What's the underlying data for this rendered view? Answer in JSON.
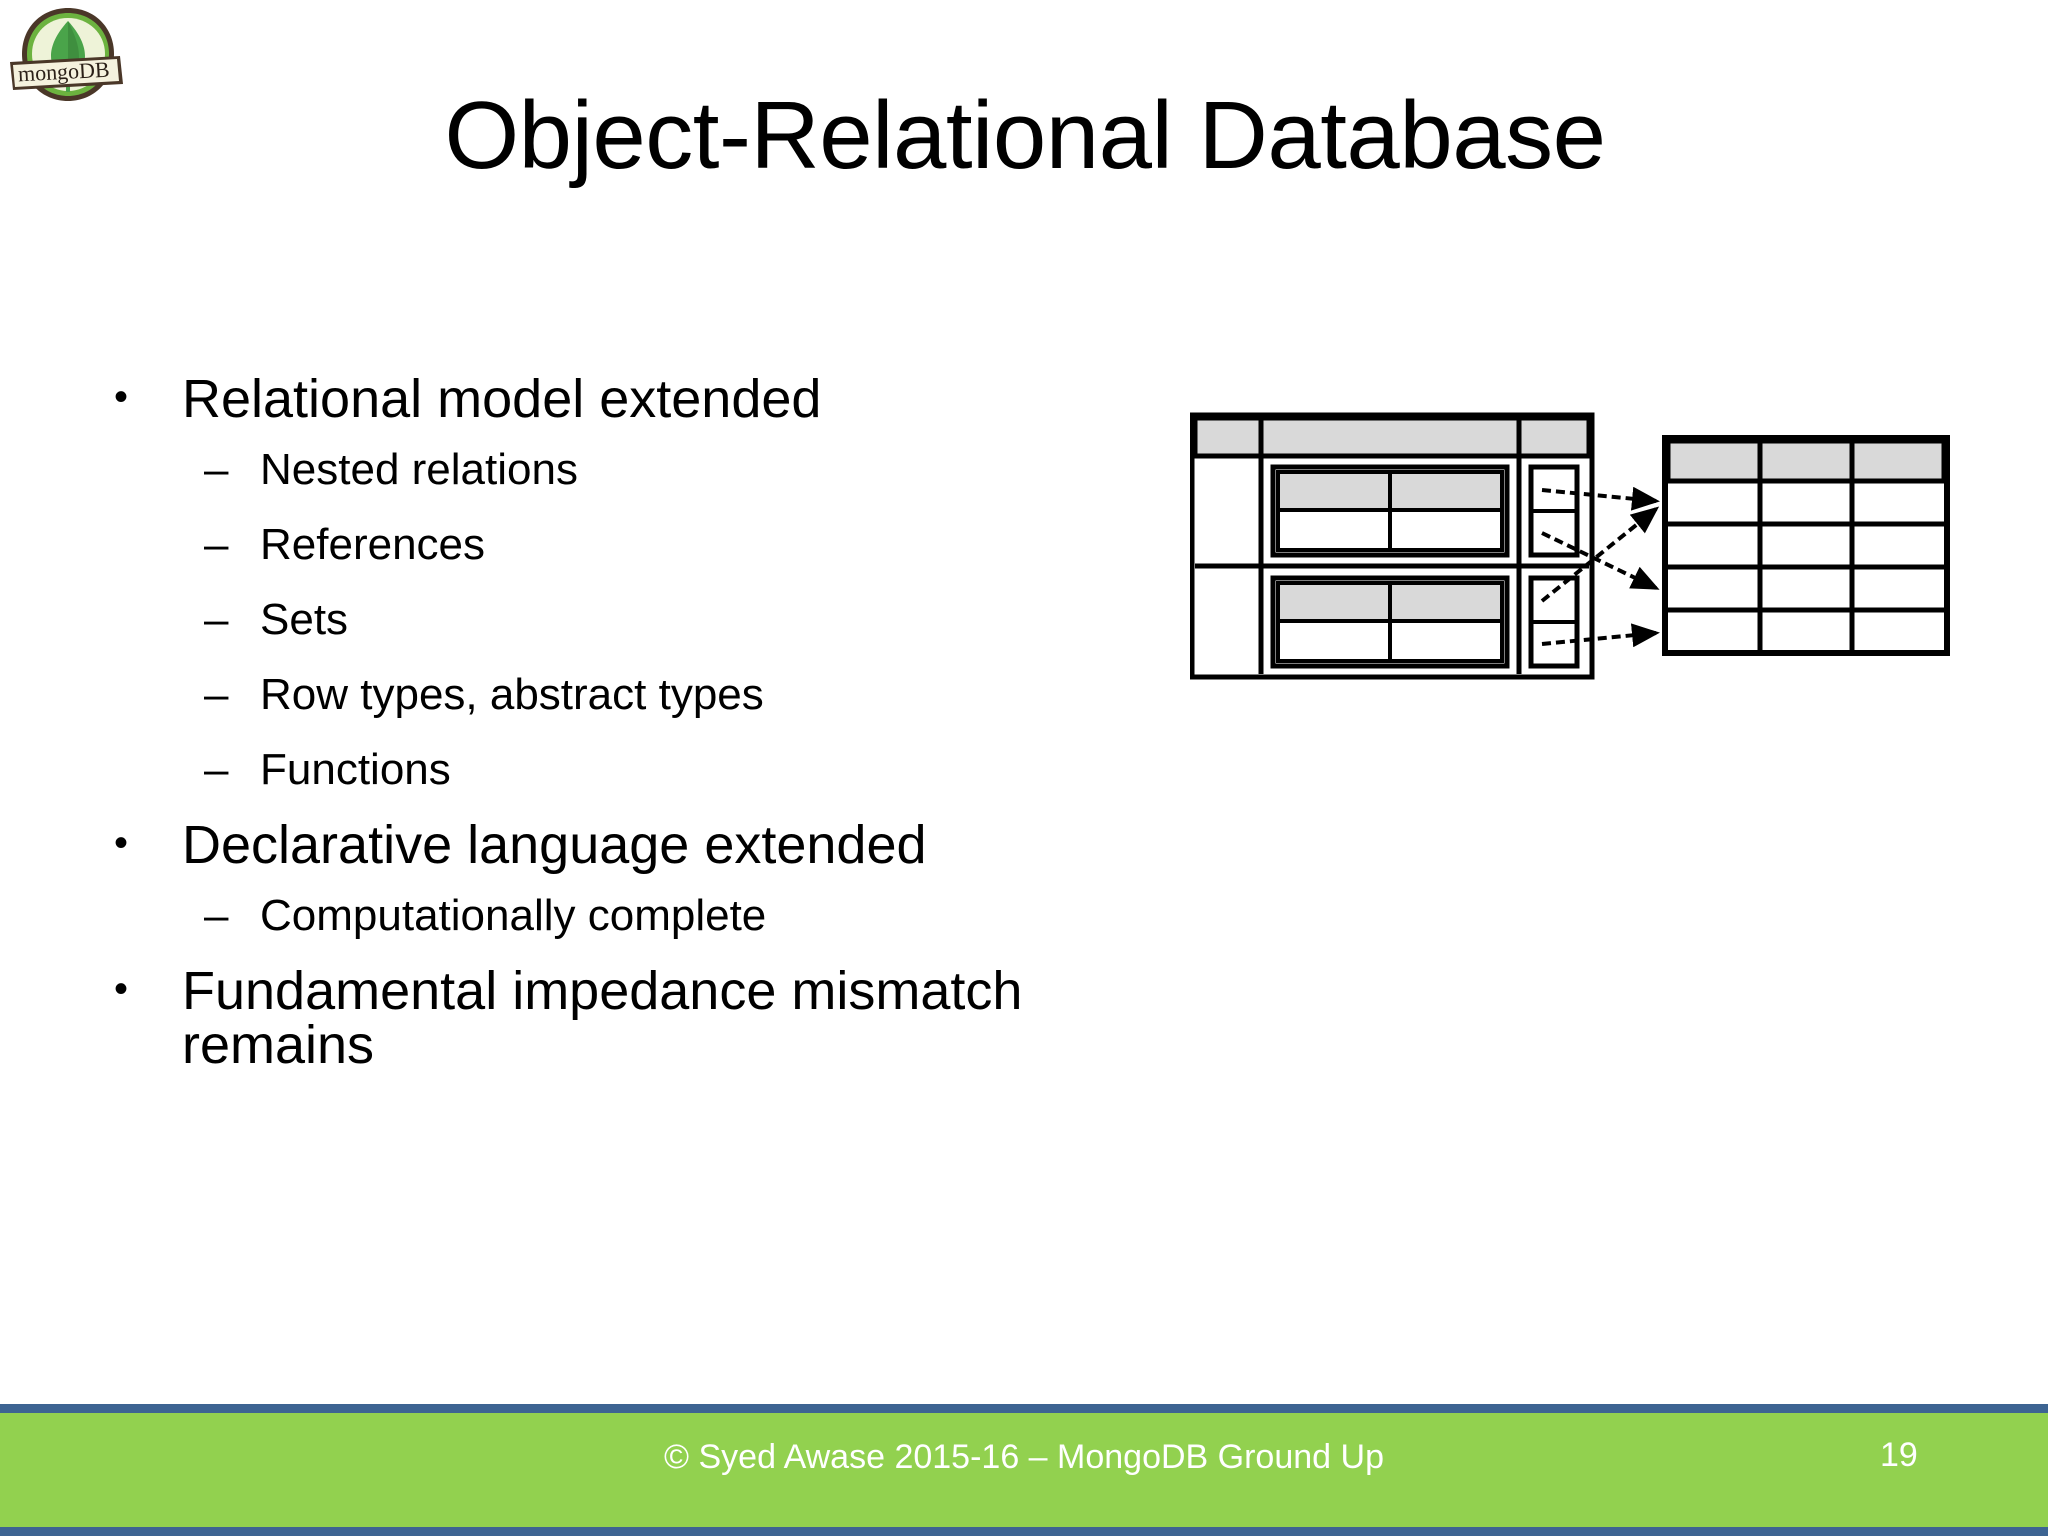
{
  "slide": {
    "title": "Object-Relational Database",
    "logo": {
      "name": "mongodb-logo",
      "wordmark": "mongoDB",
      "leaf_color": "#4aa44a",
      "badge_color": "#eef3d8",
      "ring_color": "#6cb33f",
      "outline_color": "#4a3728"
    },
    "bullets": [
      {
        "level": 1,
        "marker": "•",
        "text": "Relational model extended",
        "children": [
          {
            "level": 2,
            "marker": "–",
            "text": "Nested relations"
          },
          {
            "level": 2,
            "marker": "–",
            "text": "References"
          },
          {
            "level": 2,
            "marker": "–",
            "text": "Sets"
          },
          {
            "level": 2,
            "marker": "–",
            "text": "Row types, abstract types"
          },
          {
            "level": 2,
            "marker": "–",
            "text": "Functions"
          }
        ]
      },
      {
        "level": 1,
        "marker": "•",
        "text": "Declarative language extended",
        "children": [
          {
            "level": 2,
            "marker": "–",
            "text": "Computationally complete"
          }
        ]
      },
      {
        "level": 1,
        "marker": "•",
        "text": "Fundamental impedance mismatch remains",
        "children": []
      }
    ],
    "diagram": {
      "name": "object-relational-tables-diagram",
      "description": "Left table with nested relations and reference columns; dashed arrows cross over to rows of a second flat table on the right",
      "header_fill": "#d9d9d9",
      "cell_fill": "#ffffff",
      "line_color": "#000000",
      "left_table": {
        "columns": 3,
        "header_row_cells": 3,
        "body_rows": 2,
        "nested_table": {
          "columns": 2,
          "header_rows": 1,
          "body_rows": 1
        },
        "reference_cells_per_row": 2
      },
      "right_table": {
        "columns": 3,
        "header_rows": 1,
        "body_rows": 4
      },
      "arrows": 4
    },
    "footer": {
      "credit": "© Syed Awase 2015-16 – MongoDB Ground Up",
      "page_number": "19",
      "bar_color": "#92d14f",
      "border_color": "#3d6492",
      "text_color": "#ffffff"
    }
  }
}
